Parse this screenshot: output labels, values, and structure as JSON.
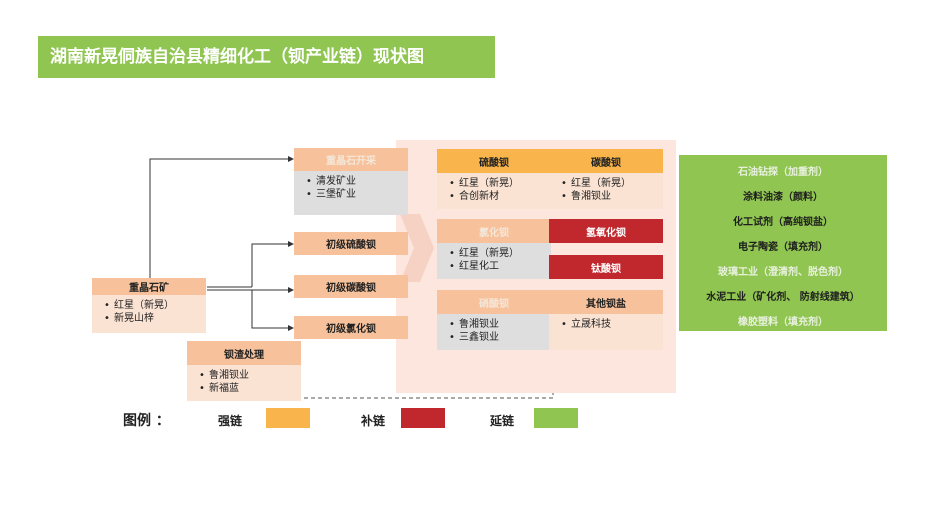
{
  "title": "湖南新晃侗族自治县精细化工（钡产业链）现状图",
  "colors": {
    "green": "#8fc550",
    "yellow": "#f9b54b",
    "red": "#c0282e",
    "light": "#f7c29b"
  },
  "source": {
    "header": "重晶石矿",
    "items": [
      "红星（新晃）",
      "新晃山梓"
    ]
  },
  "slag": {
    "header": "钡渣处理",
    "items": [
      "鲁湘钡业",
      "新福蓝"
    ]
  },
  "mining": {
    "header": "重晶石开采",
    "items": [
      "清发矿业",
      "三堡矿业"
    ]
  },
  "primary": [
    "初级硫酸钡",
    "初级碳酸钡",
    "初级氯化钡"
  ],
  "products": {
    "sulfate": {
      "header": "硫酸钡",
      "items": [
        "红星（新晃）",
        "合创新材"
      ]
    },
    "carbonate": {
      "header": "碳酸钡",
      "items": [
        "红星（新晃）",
        "鲁湘钡业"
      ]
    },
    "chloride": {
      "header": "氯化钡",
      "items": [
        "红星（新晃）",
        "红星化工"
      ]
    },
    "hydroxide": {
      "header": "氢氧化钡"
    },
    "titanate": {
      "header": "钛酸钡"
    },
    "other_compound": {
      "header": "硝酸钡",
      "items": [
        "鲁湘钡业",
        "三鑫钡业"
      ]
    },
    "other_salts": {
      "header": "其他钡盐",
      "items": [
        "立晟科技"
      ]
    }
  },
  "applications": [
    "石油钻探（加重剂）",
    "涂料油漆（颜料）",
    "化工试剂（高纯钡盐）",
    "电子陶瓷（填充剂）",
    "玻璃工业（澄清剂、脱色剂）",
    "水泥工业（矿化剂、 防射线建筑）",
    "橡胶塑料（填充剂）"
  ],
  "legend": {
    "title": "图例 ：",
    "strong": "强链",
    "supplement": "补链",
    "extend": "延链"
  }
}
